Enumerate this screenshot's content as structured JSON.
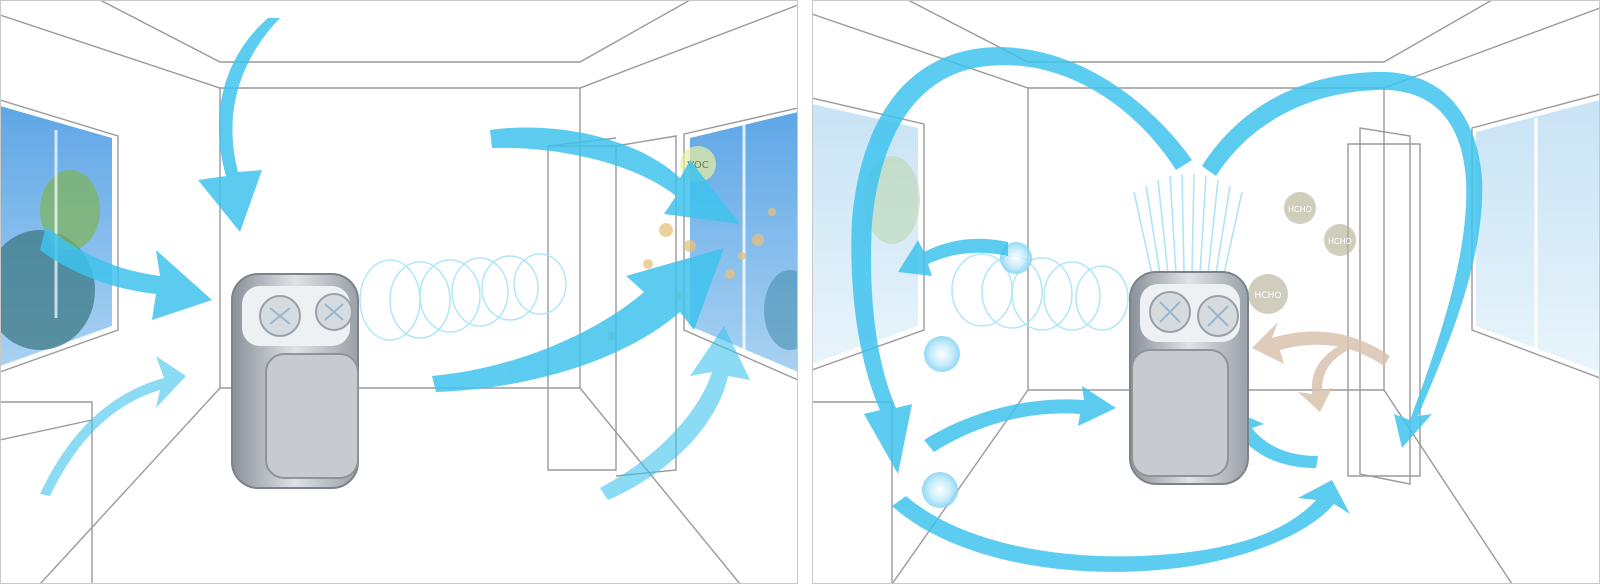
{
  "panels": [
    {
      "label": "left-scene",
      "labels": [
        {
          "text": "VOC"
        }
      ]
    },
    {
      "label": "right-scene",
      "labels": [
        {
          "text": "HCHO"
        },
        {
          "text": "HCHO"
        },
        {
          "text": "HCHO"
        }
      ]
    }
  ],
  "colors": {
    "arrow": "#3fc3ee",
    "arrow_light": "#a8e4f7",
    "room_lines": "#9a9a9a",
    "window_sky": "#78b7ea",
    "pollutant_dust": "#e8c27a",
    "pollutant_hcho": "#b9b29a",
    "device_body": "#c8cdd3",
    "device_panel": "#b7bbbf",
    "return_arrow": "#d9c2ae"
  }
}
